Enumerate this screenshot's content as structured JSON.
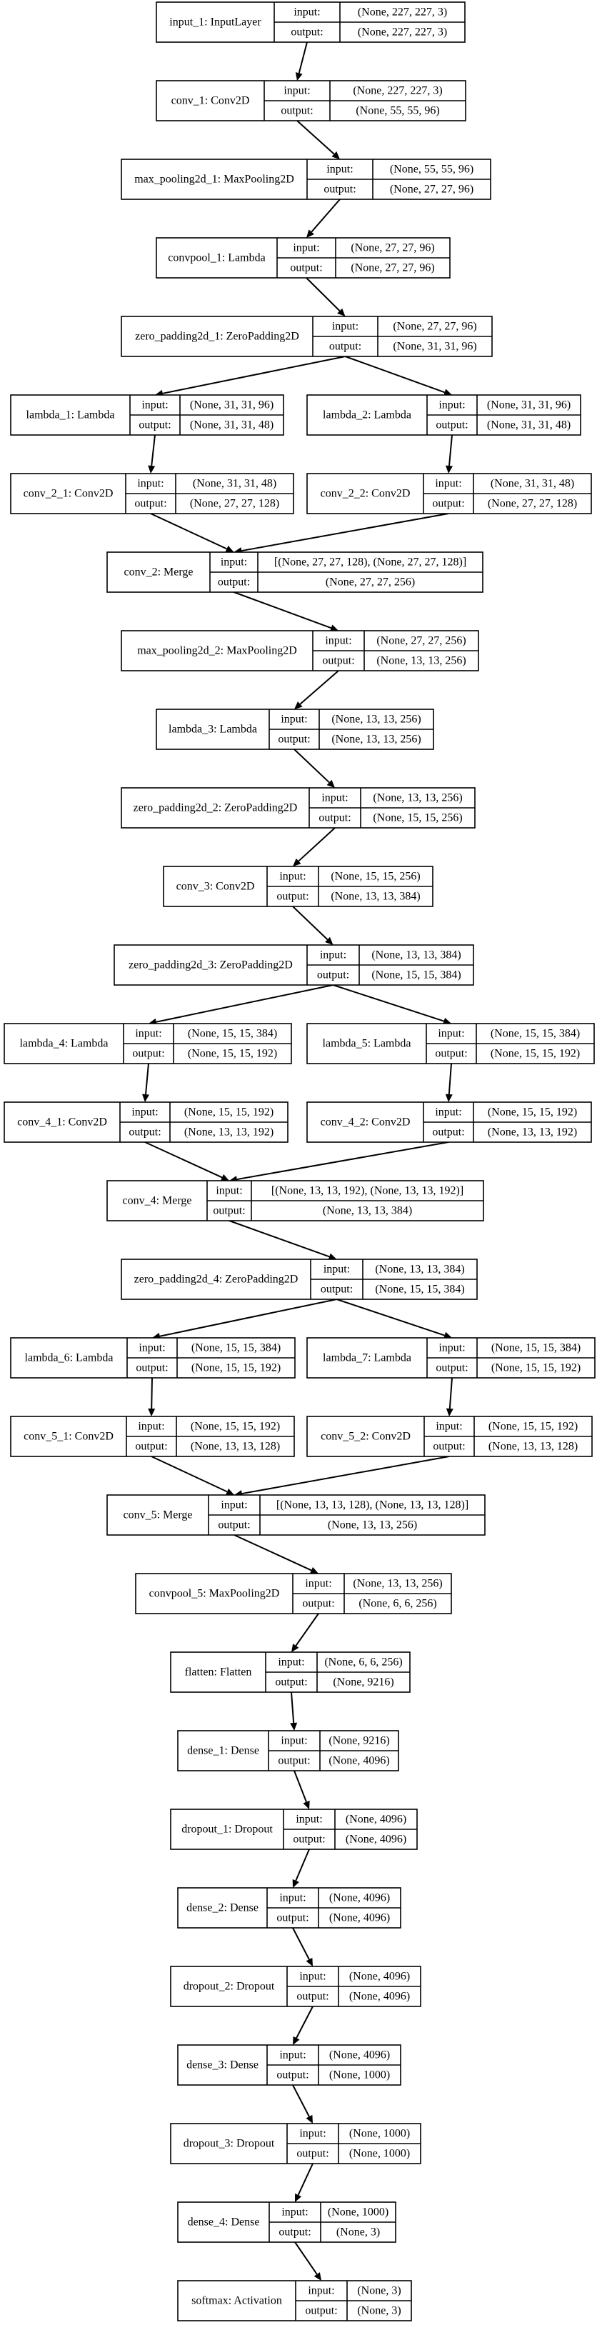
{
  "nodes": [
    {
      "id": "n0",
      "name": "input_1: InputLayer",
      "input": "(None, 227, 227, 3)",
      "output": "(None, 227, 227, 3)"
    },
    {
      "id": "n1",
      "name": "conv_1: Conv2D",
      "input": "(None, 227, 227, 3)",
      "output": "(None, 55, 55, 96)"
    },
    {
      "id": "n2",
      "name": "max_pooling2d_1: MaxPooling2D",
      "input": "(None, 55, 55, 96)",
      "output": "(None, 27, 27, 96)"
    },
    {
      "id": "n3",
      "name": "convpool_1: Lambda",
      "input": "(None, 27, 27, 96)",
      "output": "(None, 27, 27, 96)"
    },
    {
      "id": "n4",
      "name": "zero_padding2d_1: ZeroPadding2D",
      "input": "(None, 27, 27, 96)",
      "output": "(None, 31, 31, 96)"
    },
    {
      "id": "n5",
      "name": "lambda_1: Lambda",
      "input": "(None, 31, 31, 96)",
      "output": "(None, 31, 31, 48)"
    },
    {
      "id": "n6",
      "name": "lambda_2: Lambda",
      "input": "(None, 31, 31, 96)",
      "output": "(None, 31, 31, 48)"
    },
    {
      "id": "n7",
      "name": "conv_2_1: Conv2D",
      "input": "(None, 31, 31, 48)",
      "output": "(None, 27, 27, 128)"
    },
    {
      "id": "n8",
      "name": "conv_2_2: Conv2D",
      "input": "(None, 31, 31, 48)",
      "output": "(None, 27, 27, 128)"
    },
    {
      "id": "n9",
      "name": "conv_2: Merge",
      "input": "[(None, 27, 27, 128), (None, 27, 27, 128)]",
      "output": "(None, 27, 27, 256)"
    },
    {
      "id": "n10",
      "name": "max_pooling2d_2: MaxPooling2D",
      "input": "(None, 27, 27, 256)",
      "output": "(None, 13, 13, 256)"
    },
    {
      "id": "n11",
      "name": "lambda_3: Lambda",
      "input": "(None, 13, 13, 256)",
      "output": "(None, 13, 13, 256)"
    },
    {
      "id": "n12",
      "name": "zero_padding2d_2: ZeroPadding2D",
      "input": "(None, 13, 13, 256)",
      "output": "(None, 15, 15, 256)"
    },
    {
      "id": "n13",
      "name": "conv_3: Conv2D",
      "input": "(None, 15, 15, 256)",
      "output": "(None, 13, 13, 384)"
    },
    {
      "id": "n14",
      "name": "zero_padding2d_3: ZeroPadding2D",
      "input": "(None, 13, 13, 384)",
      "output": "(None, 15, 15, 384)"
    },
    {
      "id": "n15",
      "name": "lambda_4: Lambda",
      "input": "(None, 15, 15, 384)",
      "output": "(None, 15, 15, 192)"
    },
    {
      "id": "n16",
      "name": "lambda_5: Lambda",
      "input": "(None, 15, 15, 384)",
      "output": "(None, 15, 15, 192)"
    },
    {
      "id": "n17",
      "name": "conv_4_1: Conv2D",
      "input": "(None, 15, 15, 192)",
      "output": "(None, 13, 13, 192)"
    },
    {
      "id": "n18",
      "name": "conv_4_2: Conv2D",
      "input": "(None, 15, 15, 192)",
      "output": "(None, 13, 13, 192)"
    },
    {
      "id": "n19",
      "name": "conv_4: Merge",
      "input": "[(None, 13, 13, 192), (None, 13, 13, 192)]",
      "output": "(None, 13, 13, 384)"
    },
    {
      "id": "n20",
      "name": "zero_padding2d_4: ZeroPadding2D",
      "input": "(None, 13, 13, 384)",
      "output": "(None, 15, 15, 384)"
    },
    {
      "id": "n21",
      "name": "lambda_6: Lambda",
      "input": "(None, 15, 15, 384)",
      "output": "(None, 15, 15, 192)"
    },
    {
      "id": "n22",
      "name": "lambda_7: Lambda",
      "input": "(None, 15, 15, 384)",
      "output": "(None, 15, 15, 192)"
    },
    {
      "id": "n23",
      "name": "conv_5_1: Conv2D",
      "input": "(None, 15, 15, 192)",
      "output": "(None, 13, 13, 128)"
    },
    {
      "id": "n24",
      "name": "conv_5_2: Conv2D",
      "input": "(None, 15, 15, 192)",
      "output": "(None, 13, 13, 128)"
    },
    {
      "id": "n25",
      "name": "conv_5: Merge",
      "input": "[(None, 13, 13, 128), (None, 13, 13, 128)]",
      "output": "(None, 13, 13, 256)"
    },
    {
      "id": "n26",
      "name": "convpool_5: MaxPooling2D",
      "input": "(None, 13, 13, 256)",
      "output": "(None, 6, 6, 256)"
    },
    {
      "id": "n27",
      "name": "flatten: Flatten",
      "input": "(None, 6, 6, 256)",
      "output": "(None, 9216)"
    },
    {
      "id": "n28",
      "name": "dense_1: Dense",
      "input": "(None, 9216)",
      "output": "(None, 4096)"
    },
    {
      "id": "n29",
      "name": "dropout_1: Dropout",
      "input": "(None, 4096)",
      "output": "(None, 4096)"
    },
    {
      "id": "n30",
      "name": "dense_2: Dense",
      "input": "(None, 4096)",
      "output": "(None, 4096)"
    },
    {
      "id": "n31",
      "name": "dropout_2: Dropout",
      "input": "(None, 4096)",
      "output": "(None, 4096)"
    },
    {
      "id": "n32",
      "name": "dense_3: Dense",
      "input": "(None, 4096)",
      "output": "(None, 1000)"
    },
    {
      "id": "n33",
      "name": "dropout_3: Dropout",
      "input": "(None, 1000)",
      "output": "(None, 1000)"
    },
    {
      "id": "n34",
      "name": "dense_4: Dense",
      "input": "(None, 1000)",
      "output": "(None, 3)"
    },
    {
      "id": "n35",
      "name": "softmax: Activation",
      "input": "(None, 3)",
      "output": "(None, 3)"
    }
  ],
  "labels": {
    "input": "input:",
    "output": "output:"
  },
  "edges": [
    [
      "n0",
      "n1"
    ],
    [
      "n1",
      "n2"
    ],
    [
      "n2",
      "n3"
    ],
    [
      "n3",
      "n4"
    ],
    [
      "n4",
      "n5"
    ],
    [
      "n4",
      "n6"
    ],
    [
      "n5",
      "n7"
    ],
    [
      "n6",
      "n8"
    ],
    [
      "n7",
      "n9"
    ],
    [
      "n8",
      "n9"
    ],
    [
      "n9",
      "n10"
    ],
    [
      "n10",
      "n11"
    ],
    [
      "n11",
      "n12"
    ],
    [
      "n12",
      "n13"
    ],
    [
      "n13",
      "n14"
    ],
    [
      "n14",
      "n15"
    ],
    [
      "n14",
      "n16"
    ],
    [
      "n15",
      "n17"
    ],
    [
      "n16",
      "n18"
    ],
    [
      "n17",
      "n19"
    ],
    [
      "n18",
      "n19"
    ],
    [
      "n19",
      "n20"
    ],
    [
      "n20",
      "n21"
    ],
    [
      "n20",
      "n22"
    ],
    [
      "n21",
      "n23"
    ],
    [
      "n22",
      "n24"
    ],
    [
      "n23",
      "n25"
    ],
    [
      "n24",
      "n25"
    ],
    [
      "n25",
      "n26"
    ],
    [
      "n26",
      "n27"
    ],
    [
      "n27",
      "n28"
    ],
    [
      "n28",
      "n29"
    ],
    [
      "n29",
      "n30"
    ],
    [
      "n30",
      "n31"
    ],
    [
      "n31",
      "n32"
    ],
    [
      "n32",
      "n33"
    ],
    [
      "n33",
      "n34"
    ],
    [
      "n34",
      "n35"
    ]
  ]
}
